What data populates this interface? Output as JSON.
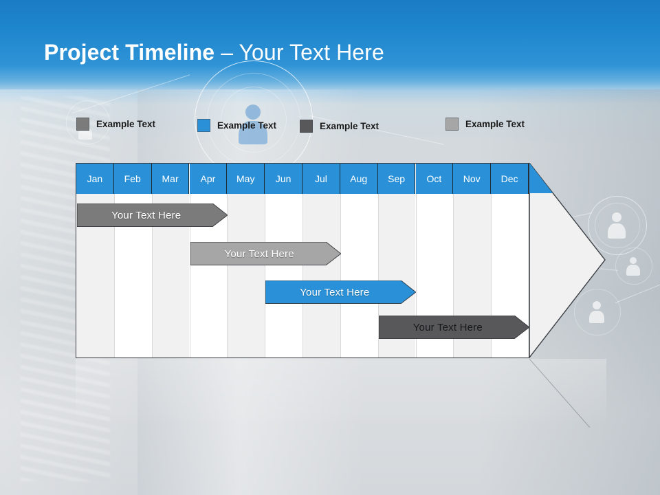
{
  "slide": {
    "title_strong": "Project Timeline",
    "title_dash": " – ",
    "title_light": "Your Text Here"
  },
  "legend": {
    "items": [
      {
        "label": "Example Text",
        "color": "#7b7b7b",
        "swatch_name": "legend-swatch-gray"
      },
      {
        "label": "Example Text",
        "color": "#2a91d8",
        "swatch_name": "legend-swatch-blue"
      },
      {
        "label": "Example Text",
        "color": "#58585a",
        "swatch_name": "legend-swatch-dark-gray"
      },
      {
        "label": "Example Text",
        "color": "#a6a6a6",
        "swatch_name": "legend-swatch-light-gray"
      }
    ]
  },
  "chart_data": {
    "type": "bar",
    "title": "Project Timeline – Your Text Here",
    "xlabel": "",
    "ylabel": "",
    "categories": [
      "Jan",
      "Feb",
      "Mar",
      "Apr",
      "May",
      "Jun",
      "Jul",
      "Aug",
      "Sep",
      "Oct",
      "Nov",
      "Dec"
    ],
    "grid": true,
    "legend_position": "top",
    "series": [
      {
        "name": "Example Text",
        "label": "Your  Text Here",
        "color": "#7b7b7b",
        "start_month": 1,
        "end_month": 4,
        "row": 1
      },
      {
        "name": "Example Text",
        "label": "Your  Text Here",
        "color": "#a6a6a6",
        "start_month": 4,
        "end_month": 7,
        "row": 2
      },
      {
        "name": "Example Text",
        "label": "Your  Text Here",
        "color": "#2a91d8",
        "start_month": 6,
        "end_month": 9,
        "row": 3
      },
      {
        "name": "Example Text",
        "label": "Your  Text Here",
        "color": "#58585a",
        "start_month": 9,
        "end_month": 12,
        "row": 4
      }
    ]
  },
  "colors": {
    "accent_blue": "#2a91d8",
    "header_blue": "#2a91d8",
    "band_top": "#1a7cc4",
    "grid_shade": "#f1f1f1",
    "grid_white": "#ffffff",
    "outline": "#3b3f44",
    "arrow_fill": "#f1f1f1"
  }
}
